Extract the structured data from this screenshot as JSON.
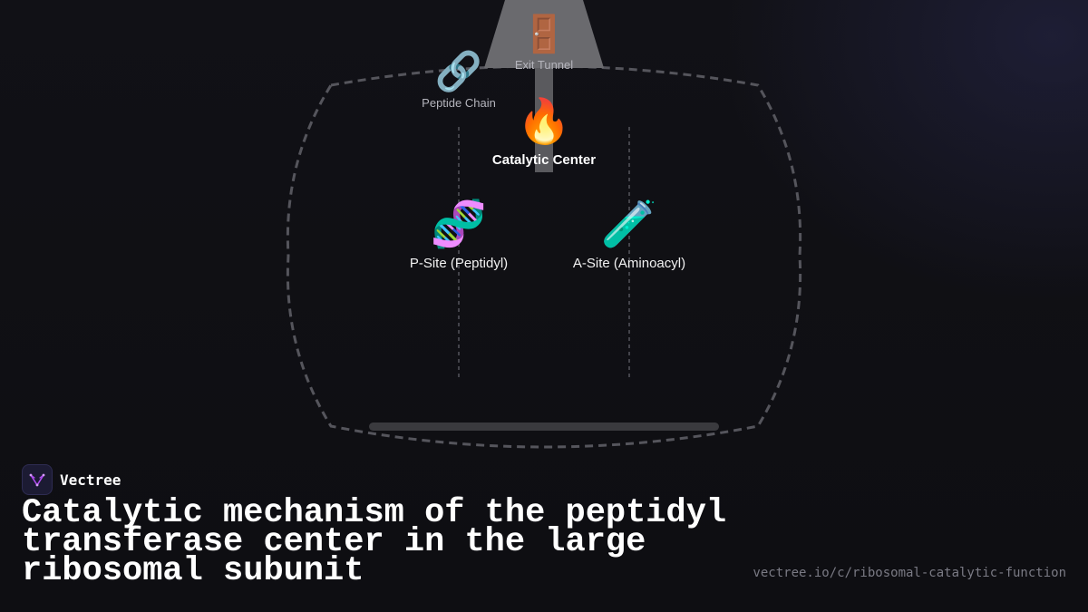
{
  "colors": {
    "background": "#0f0f13",
    "outline": "#55555c",
    "tunnel": "#6a6a6e",
    "connector": "#55555c",
    "base": "#3a3a3e",
    "brand_accent": "#b04cf0"
  },
  "diagram": {
    "exit_tunnel": {
      "icon": "door-icon",
      "glyph": "🚪",
      "label": "Exit Tunnel"
    },
    "peptide_chain": {
      "icon": "link-icon",
      "glyph": "🔗",
      "label": "Peptide Chain"
    },
    "catalytic_center": {
      "icon": "fire-icon",
      "glyph": "🔥",
      "label": "Catalytic Center"
    },
    "p_site": {
      "icon": "dna-icon",
      "glyph": "🧬",
      "label": "P-Site (Peptidyl)"
    },
    "a_site": {
      "icon": "test-tube-icon",
      "glyph": "🧪",
      "label": "A-Site (Aminoacyl)"
    }
  },
  "footer": {
    "brand_name": "Vectree",
    "brand_icon": "vectree-logo-icon",
    "title": "Catalytic mechanism of the peptidyl transferase center in the large ribosomal subunit",
    "url": "vectree.io/c/ribosomal-catalytic-function"
  }
}
